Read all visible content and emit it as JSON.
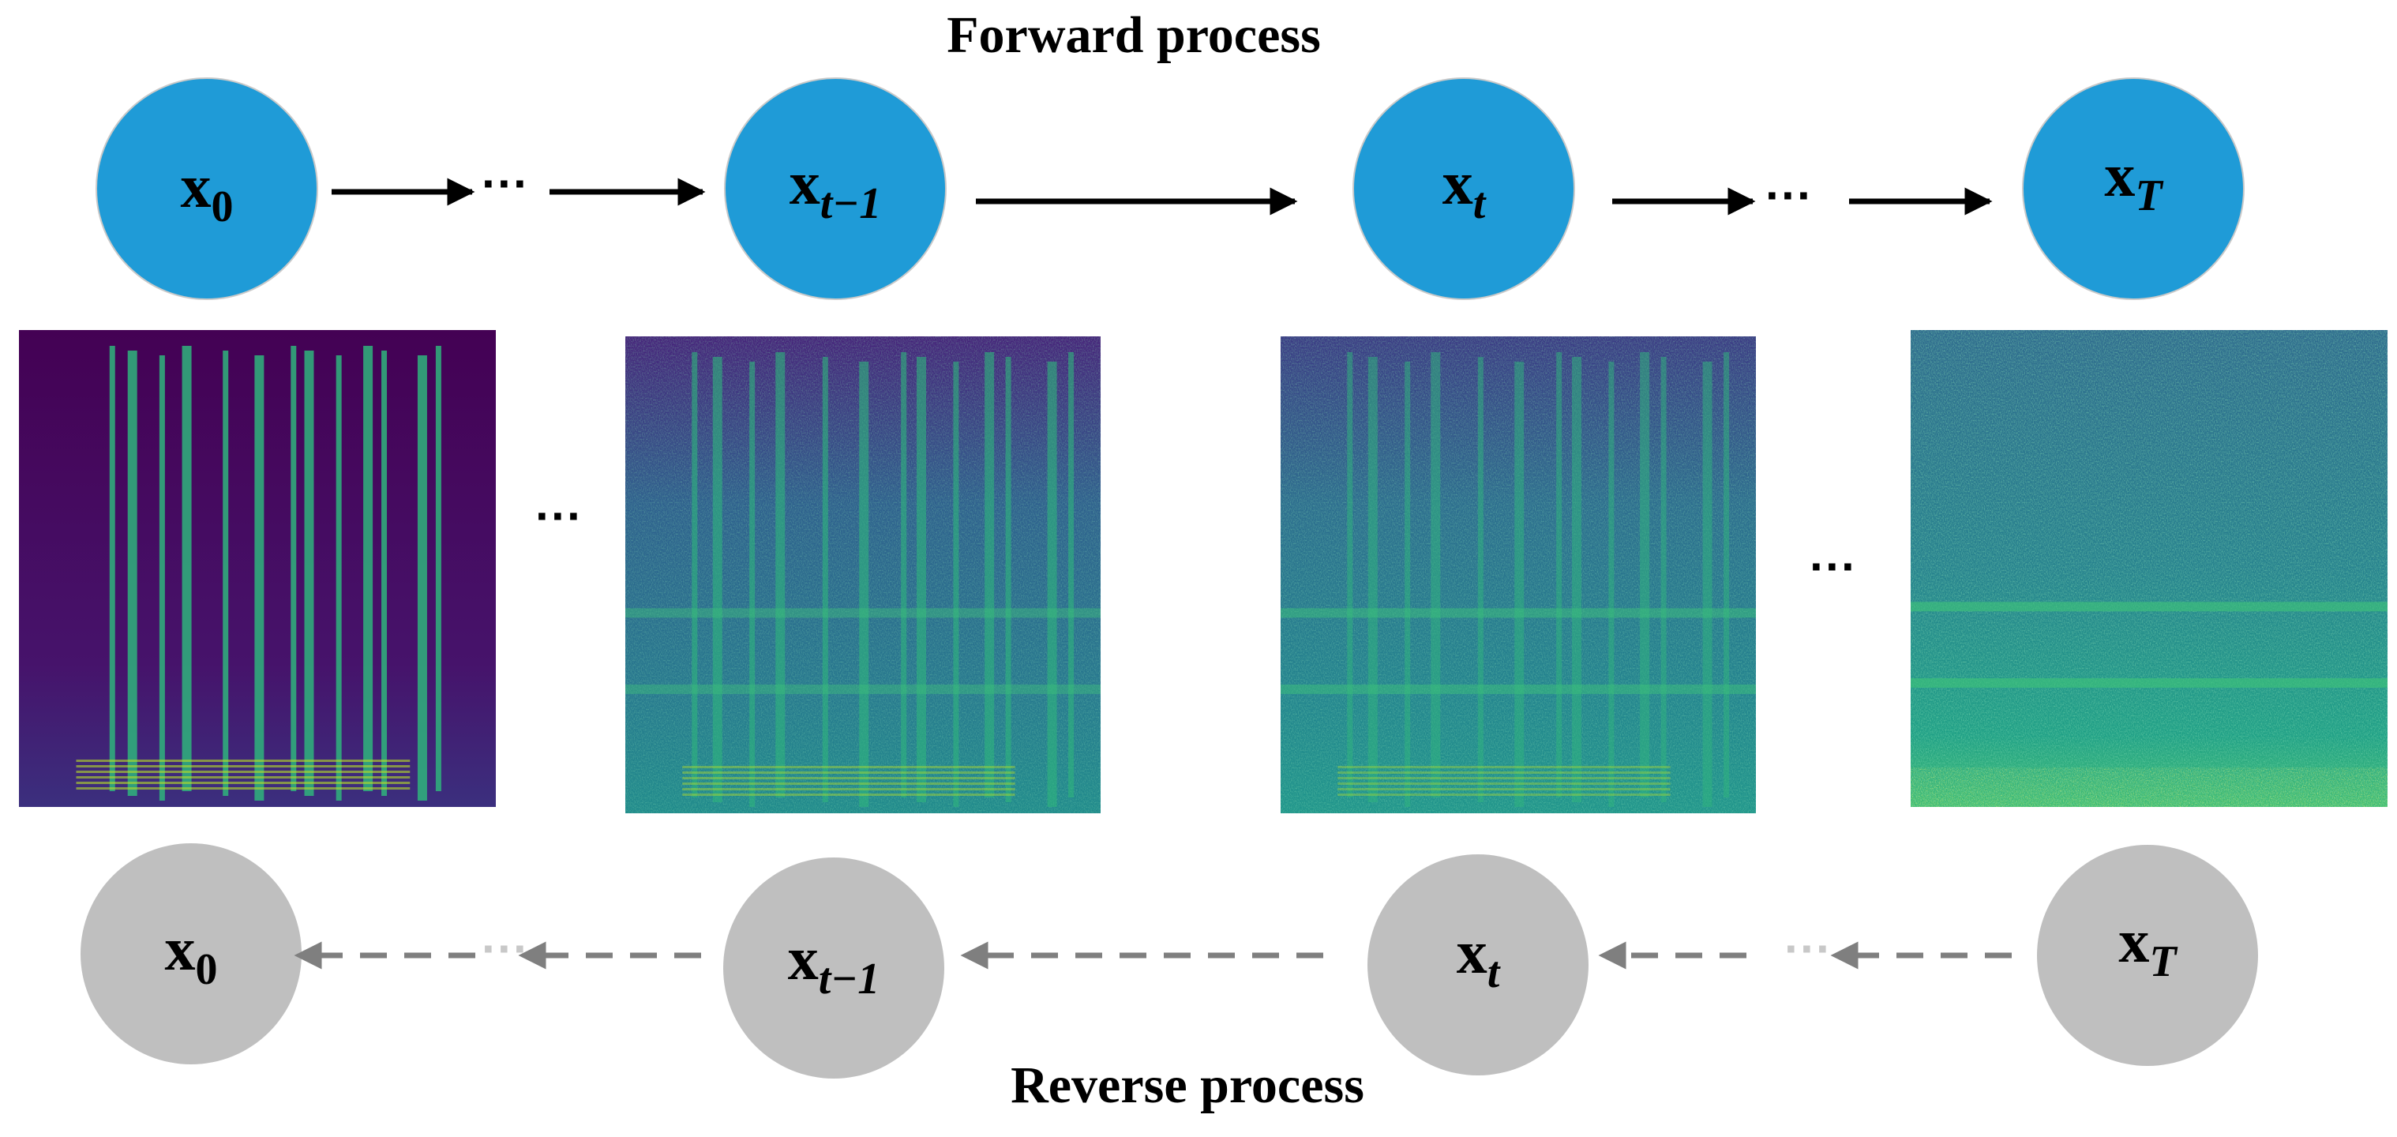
{
  "titles": {
    "forward": "Forward process",
    "reverse": "Reverse process"
  },
  "colors": {
    "forward_node": "#1f9bd7",
    "reverse_node": "#bfbfbf",
    "forward_arrow": "#000000",
    "reverse_arrow": "#7f7f7f",
    "reverse_ellipsis": "#c8c8c8"
  },
  "forward_nodes": [
    {
      "base": "x",
      "sub": "0"
    },
    {
      "base": "x",
      "sub": "t−1"
    },
    {
      "base": "x",
      "sub": "t"
    },
    {
      "base": "x",
      "sub": "T"
    }
  ],
  "reverse_nodes": [
    {
      "base": "x",
      "sub": "0"
    },
    {
      "base": "x",
      "sub": "t−1"
    },
    {
      "base": "x",
      "sub": "t"
    },
    {
      "base": "x",
      "sub": "T"
    }
  ],
  "ellipsis": "···",
  "spectrogram_noise_levels": [
    0.0,
    0.45,
    0.6,
    1.0
  ]
}
